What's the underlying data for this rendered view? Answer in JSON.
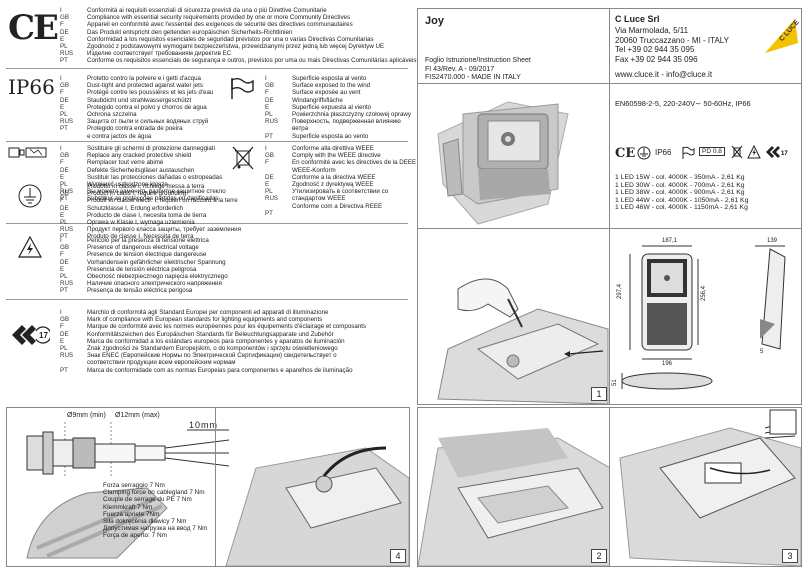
{
  "header": {
    "product": "Joy",
    "sheet_lines": [
      "Foglio Istruzione/Instruction Sheet",
      "FI 43/Rev. A - 09/2017",
      "FIS2470.000 - MADE IN ITALY"
    ],
    "company_name": "C Luce Srl",
    "company_lines": [
      "Via Marmolada, 5/11",
      "20060 Truccazzano - MI - ITALY",
      "Tel +39 02 944 35 095",
      "Fax +39 02 944 35 096"
    ],
    "website": "www.cluce.it - info@cluce.it",
    "logo_text": "C LUCE"
  },
  "standards": "EN60598-2-5, 220-240V∼ 50-60Hz, IP66",
  "led_list": [
    "1 LED 15W - col. 4000K - 350mA - 2,61 Kg",
    "1 LED 30W - col. 4000K - 700mA - 2,61 Kg",
    "1 LED 38W - col. 4000K - 900mA - 2,61 Kg",
    "1 LED 44W - col. 4000K - 1050mA - 2,61 Kg",
    "1 LED 46W - col. 4000K - 1150mA - 2,61 Kg"
  ],
  "cert_marks": {
    "ip": "IP66",
    "min_range": "PD 0.8"
  },
  "codes": [
    "I",
    "GB",
    "F",
    "DE",
    "E",
    "PL",
    "RUS",
    "PT"
  ],
  "ce_block": [
    "Conformità ai requisiti essenziali di sicurezza previsti da una o più Direttive Comunitarie",
    "Compliance with essential security requirements provided by one or more Community Directives",
    "Appareil en conformité avec l'essentiel des exigences de sécurité des directives communautaires",
    "Das Produkt entspricht den geltenden europäischen Sicherheits-Richtlinien",
    "Conformidad a los requisitos esenciales de seguridad previstos por una o varias Directivas Comunitarias",
    "Zgodność z podstawowymi wymogami bezpieczeństwa, przewidzianymi przez jedną lub więcej Dyrektyw UE",
    "Изделие соответствует требованиям директив ЕС",
    "Conforme os requisitos essenciais de segurança e outros, previstos por uma ou mais Directivas Comunitárias aplicáveis"
  ],
  "ip_block": [
    "Protetto contro la polvere e i getti d'acqua",
    "Dust-tight and protected against water jets",
    "Protégé contre les poussières et les jets d'eau",
    "Staubdicht und strahlwassergeschützt",
    "Protegido contra el polvo y chorros de agua",
    "Ochrona szczelna",
    "Защита от пыли и сильных водяных струй",
    "Protegido contra entrada de poeira",
    "e contra jactos de água"
  ],
  "wind_codes": [
    "I",
    "GB",
    "F",
    "DE",
    "E",
    "PL",
    "RUS",
    "",
    "PT"
  ],
  "wind_block": [
    "Superficie esposta al vento",
    "Surface exposed to the wind",
    "Surface exposée au vent",
    "Windangriffsfläche",
    "Superficie expuesta al viento",
    "Powierzchnia płaszczyzny czołowej oprawy",
    "Поверхность, подверженная влиянию",
    "ветра",
    "Superficie esposta ao vento"
  ],
  "glass_block": [
    "Sostituire gli schermi di protezione danneggiati",
    "Replace any cracked protective shield",
    "Remplacer tout verre abimé",
    "Defekte Sicherheitsgläser austauschen",
    "Sustituir las protecciones dañadas o estropeadas",
    "Wymienić uszkodzone klosze",
    "Вы можете заменить разбитое защитное стекло",
    "Substituir as protecções partidas ou danificadas"
  ],
  "weee_codes": [
    "I",
    "GB",
    "F",
    "",
    "DE",
    "E",
    "PL",
    "RUS",
    "",
    "PT"
  ],
  "weee_block": [
    "Conforme alla direttiva WEEE",
    "Comply with the WEEE directive",
    "En conformité avec les directives de la DEEE",
    "WEEE-Konform",
    "Conforme a la directiva WEEE",
    "Zgodność z dyrektywą WEEE",
    "Утилизировать в соответствии со",
    "стандартом WEEE",
    "Conforme com a Directiva REEE"
  ],
  "earth_block": [
    "Prodotto in classe I, richiede messa a terra",
    "Product in class I, require grounding",
    "Produit en classe electr. I, requiert un raccord à la terre",
    "Schutzklasse I, Erdung erforderlich",
    "Producto de clase I, necesita toma de tierra",
    "Oprawa w Klasie I, wymaga uziemienia",
    "Продукт первого класса защиты, требует заземления",
    "Produto de classe I. Necessita de terra"
  ],
  "danger_block": [
    "Pericolo per la presenza di tensione elettrica",
    "Presence of dangerous electrical voltage",
    "Presence de tension électrique dangereuse",
    "Vorhandensein gefährlicher elektrischer Spannung",
    "Presencia de tensión eléctrica peligrosa",
    "Obecność niebezpiecznego napięcia elektrycznego",
    "Наличие опасного электрического напряжения",
    "Presença de tensão eléctrica perigosa"
  ],
  "enec_codes": [
    "I",
    "GB",
    "F",
    "DE",
    "E",
    "PL",
    "RUS",
    "",
    "PT"
  ],
  "enec_block": [
    "Marchio di conformità agli Standard Europei per componenti ed apparati di illuminazione",
    "Mark of compliance with European standards for lighting equipments and components",
    "Marque de conformité avec les normes européennes pour  les équipements d'éclairage et composants",
    "Konformitätszeichen des Europäischen Standards für Beleuchtungsapparate und Zubehör",
    "Marca de conformidad a los estándars europeos para componentes y aparatos de iluminación",
    "Znak zgodności ze Standardem Europejskim, o do komponentów i sprzętu oświetleniowego",
    "Знак ENEC (Европейские Нормы по Электрической Сертификации) свидетельствует о",
    "соответствии продукции всем европейским нормам",
    "Marca de conformidade com as normas Europeias para componentes e aparelhos de iluminação"
  ],
  "cable": {
    "dia_min": "Ø9mm (min)",
    "dia_max": "Ø12mm (max)",
    "strip": "10mm"
  },
  "torque_lines": [
    "Forza serraggio 7 Nm",
    "Clamping force on cablegland 7 Nm",
    "Couple de serrage du PE 7 Nm",
    "Klemmkraft 7 Nm",
    "Fuerza apriete 7Nm",
    "Siła dokręcenia dławicy 7 Nm",
    "Допустимая нагрузка на ввод 7 Nm",
    "Força de aperto: 7 Nm"
  ],
  "dims": {
    "w_top": "187,1",
    "h_left": "297,4",
    "h_inner": "256,4",
    "w_bottom": "196",
    "depth": "139",
    "h_side": "51",
    "small": "5"
  },
  "steps": {
    "s1": "1",
    "s2": "2",
    "s3": "3",
    "s4": "4"
  },
  "symbols": {
    "ce": "CE",
    "ip": "IP66",
    "enec": "17"
  }
}
